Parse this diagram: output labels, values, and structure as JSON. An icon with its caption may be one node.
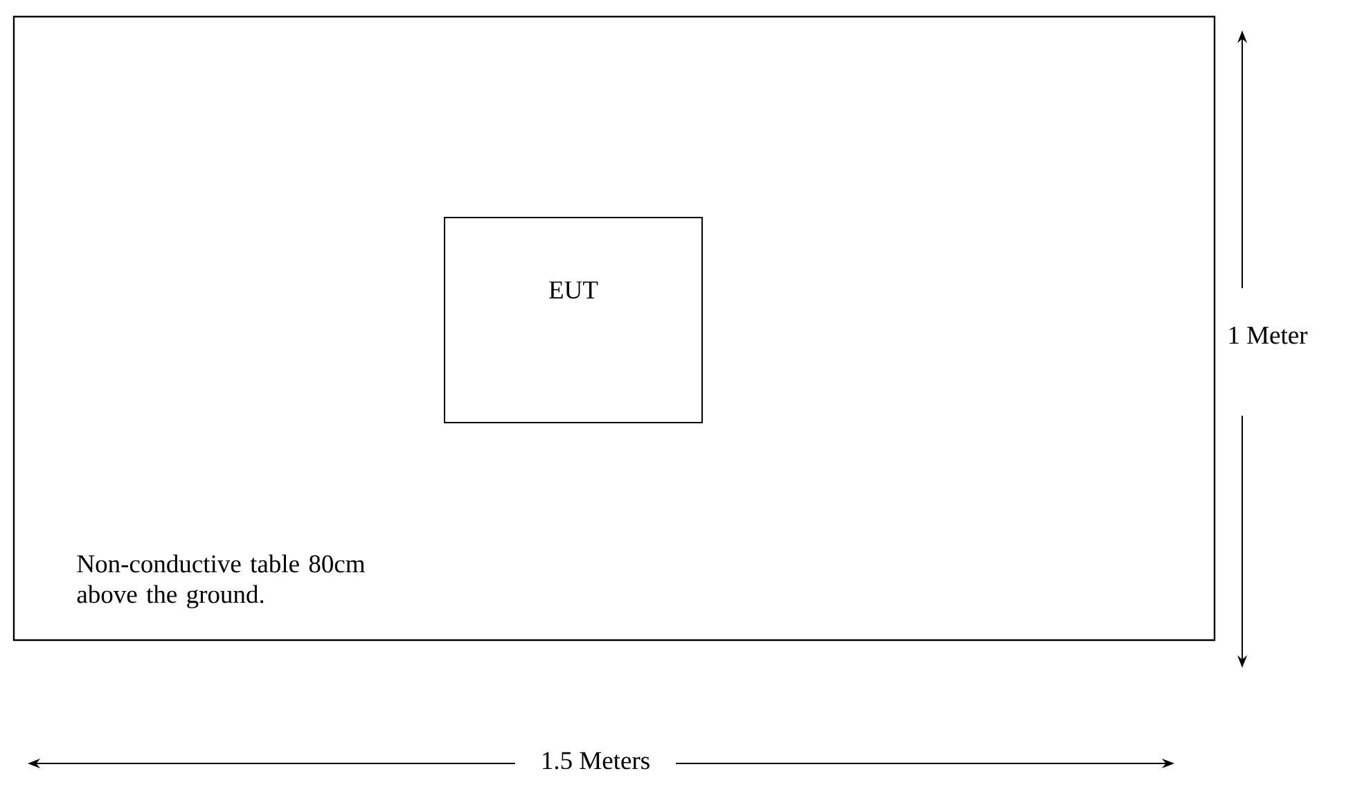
{
  "diagram": {
    "nodes": [
      {
        "text": [
          "Non-conductive table 80cm above the ground."
        ]
      },
      {
        "text": [
          "EUT"
        ],
        "in": 0
      }
    ],
    "labels": [
      "1 Meter",
      "1.5 Meters"
    ]
  }
}
